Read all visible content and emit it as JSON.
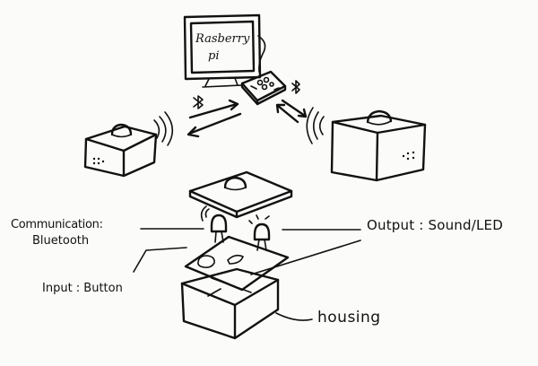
{
  "monitor": {
    "line1": "Rasberry",
    "line2": "pi"
  },
  "labels": {
    "communication": "Communication:",
    "bluetooth": "Bluetooth",
    "output": "Output : Sound/LED",
    "input": "Input : Button",
    "housing": "housing"
  },
  "icons": [
    "bluetooth-icon",
    "sound-wave-icon",
    "led-icon",
    "button-icon",
    "speaker-grille-icon"
  ],
  "colors": {
    "ink": "#111111",
    "background": "#fbfbf9"
  }
}
